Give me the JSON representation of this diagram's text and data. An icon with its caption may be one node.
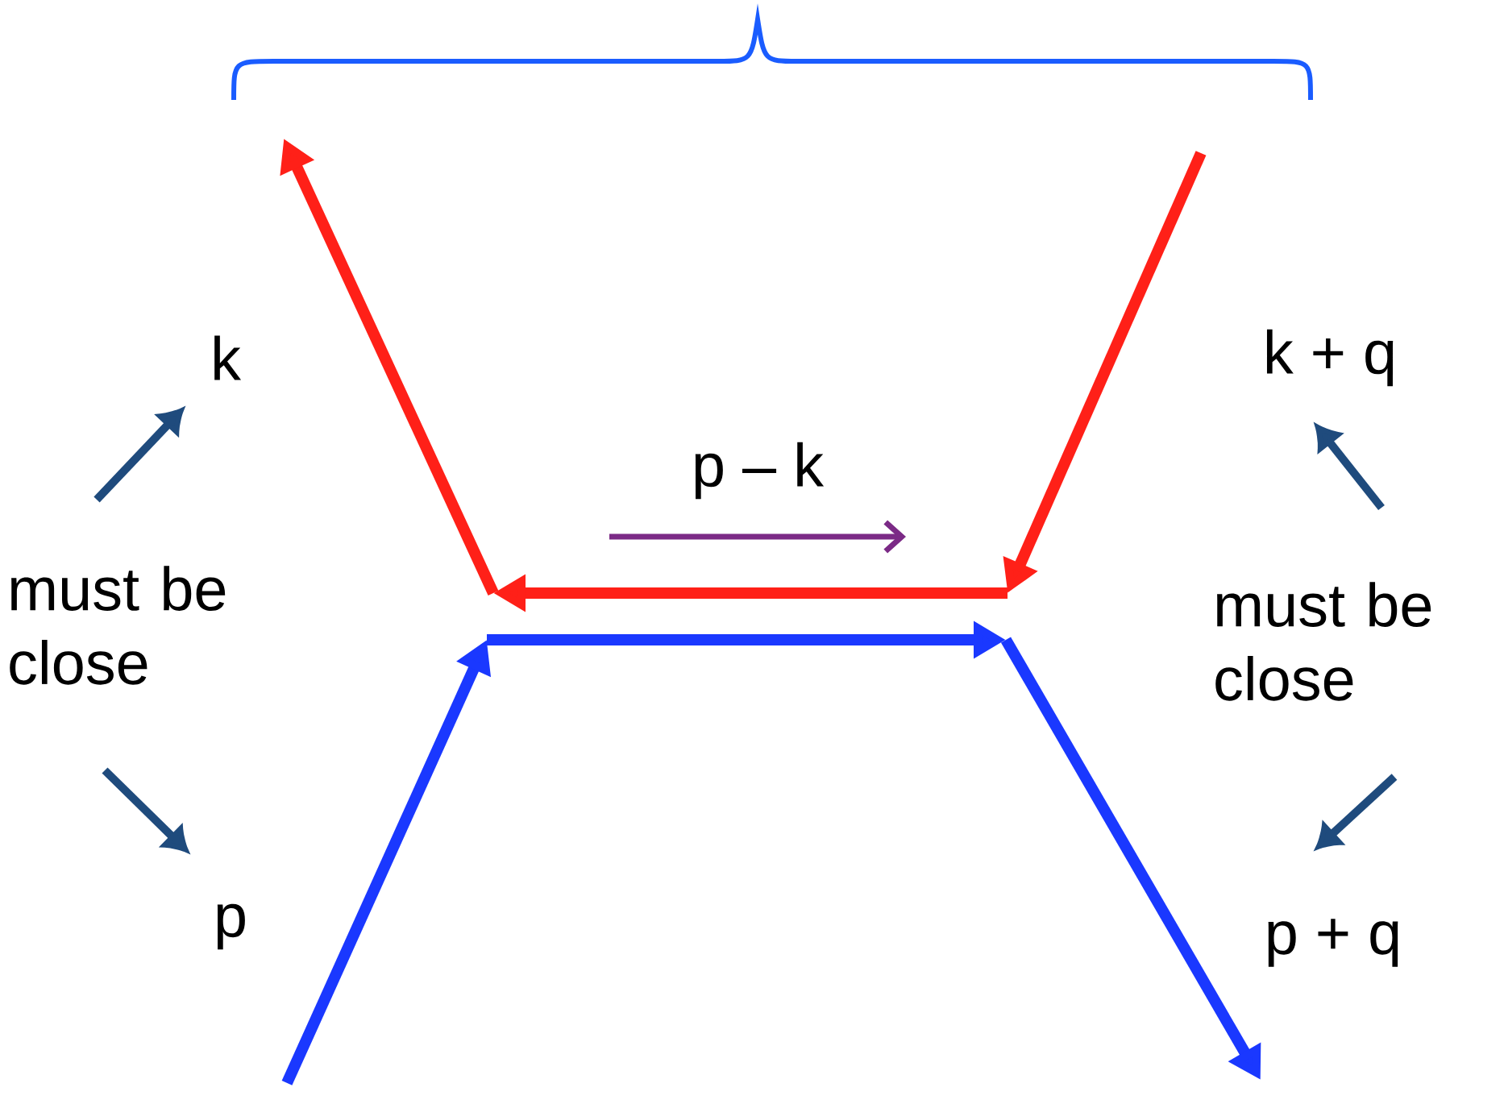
{
  "diagram": {
    "nodes": [
      {
        "text": [
          "k"
        ]
      },
      {
        "text": [
          "k + q"
        ]
      },
      {
        "text": [
          "must be close"
        ]
      },
      {
        "text": [
          "must be close"
        ]
      },
      {
        "text": [
          "p"
        ]
      },
      {
        "text": [
          "p + q"
        ]
      }
    ],
    "edges": [
      {
        "from": 2,
        "to": 0,
        "arrow": "to"
      },
      {
        "from": 2,
        "to": 4,
        "arrow": "to"
      },
      {
        "from": 3,
        "to": 1,
        "arrow": "to"
      },
      {
        "from": 3,
        "to": 5,
        "arrow": "to"
      }
    ],
    "labels": [
      "p – k"
    ]
  }
}
